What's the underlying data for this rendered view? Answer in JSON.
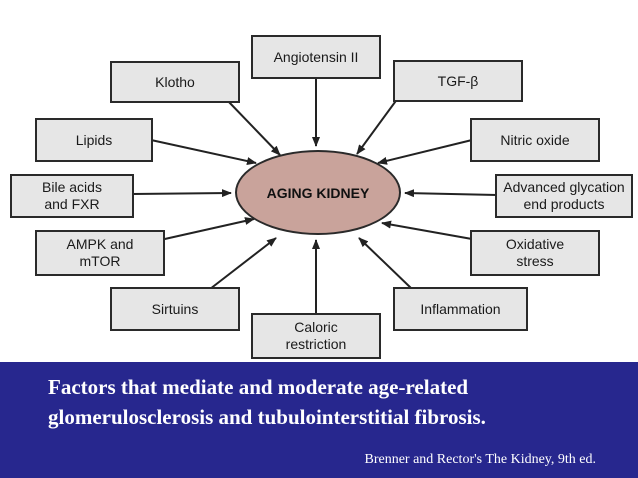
{
  "center_label": "AGING KIDNEY",
  "factors": [
    {
      "id": "angiotensin",
      "label": "Angiotensin II"
    },
    {
      "id": "klotho",
      "label": "Klotho"
    },
    {
      "id": "tgf",
      "label": "TGF-β"
    },
    {
      "id": "lipids",
      "label": "Lipids"
    },
    {
      "id": "nitric-oxide",
      "label": "Nitric oxide"
    },
    {
      "id": "bile-acids",
      "label": "Bile acids\nand FXR"
    },
    {
      "id": "age-products",
      "label": "Advanced glycation\nend products"
    },
    {
      "id": "ampk",
      "label": "AMPK and\nmTOR"
    },
    {
      "id": "oxidative",
      "label": "Oxidative\nstress"
    },
    {
      "id": "sirtuins",
      "label": "Sirtuins"
    },
    {
      "id": "inflammation",
      "label": "Inflammation"
    },
    {
      "id": "caloric",
      "label": "Caloric\nrestriction"
    }
  ],
  "caption": "Factors that mediate and moderate age-related glomerulosclerosis and tubulointerstitial fibrosis.",
  "source": "Brenner and Rector's The Kidney, 9th ed.",
  "colors": {
    "center_fill": "#c9a39b",
    "box_fill": "#e6e6e6",
    "banner": "#27278e"
  }
}
